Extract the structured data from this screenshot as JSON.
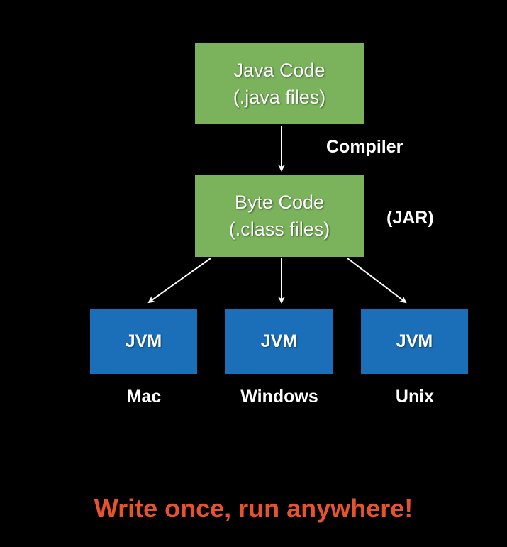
{
  "source_box": {
    "line1": "Java Code",
    "line2": "(.java files)"
  },
  "compiler_label": "Compiler",
  "bytecode_box": {
    "line1": "Byte Code",
    "line2": "(.class files)"
  },
  "jar_label": "(JAR)",
  "jvms": [
    {
      "box_label": "JVM",
      "platform": "Mac"
    },
    {
      "box_label": "JVM",
      "platform": "Windows"
    },
    {
      "box_label": "JVM",
      "platform": "Unix"
    }
  ],
  "tagline": "Write once, run anywhere!",
  "colors": {
    "background": "#000000",
    "green_box": "#7ab35b",
    "blue_box": "#1a6fb8",
    "tagline": "#e8532f"
  }
}
